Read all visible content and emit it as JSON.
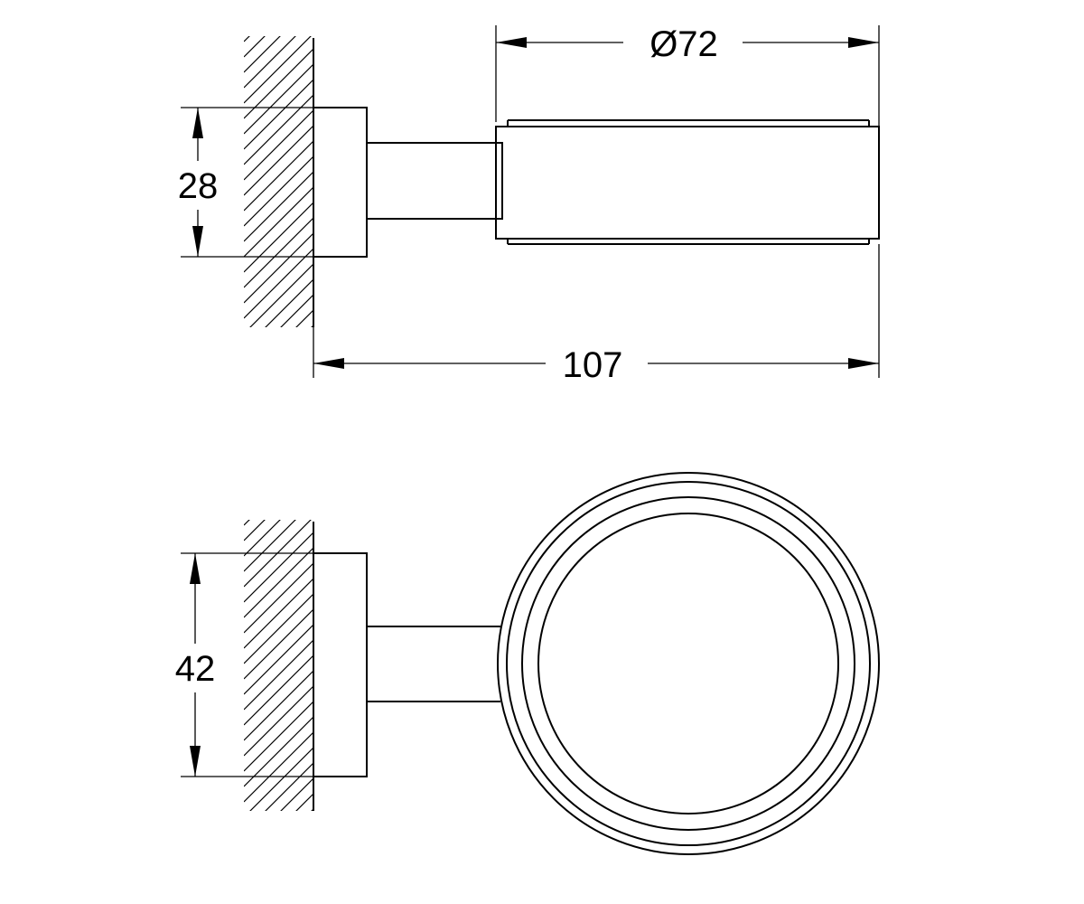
{
  "dimensions": {
    "side_view": {
      "diameter": "Ø72",
      "height": "28",
      "total_depth": "107"
    },
    "front_view": {
      "height": "42"
    }
  },
  "colors": {
    "line": "#000000",
    "background": "#ffffff"
  }
}
